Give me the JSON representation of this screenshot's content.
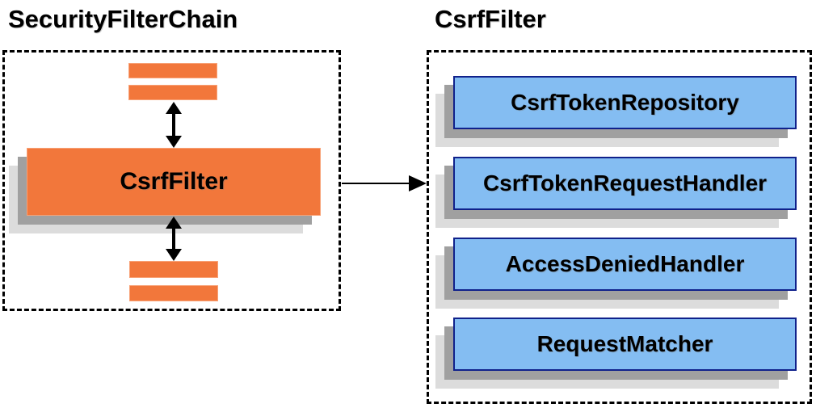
{
  "left_panel": {
    "title": "SecurityFilterChain",
    "filter_label": "CsrfFilter"
  },
  "right_panel": {
    "title": "CsrfFilter",
    "components": [
      "CsrfTokenRepository",
      "CsrfTokenRequestHandler",
      "AccessDeniedHandler",
      "RequestMatcher"
    ]
  },
  "colors": {
    "orange": "#F2773B",
    "orange_border": "#F8A176",
    "blue": "#84BDF2",
    "blue_border": "#10218B",
    "shadow_dark": "#A0A0A0",
    "shadow_light": "#DCDCDC",
    "arrow": "#000000",
    "text": "#000000"
  }
}
